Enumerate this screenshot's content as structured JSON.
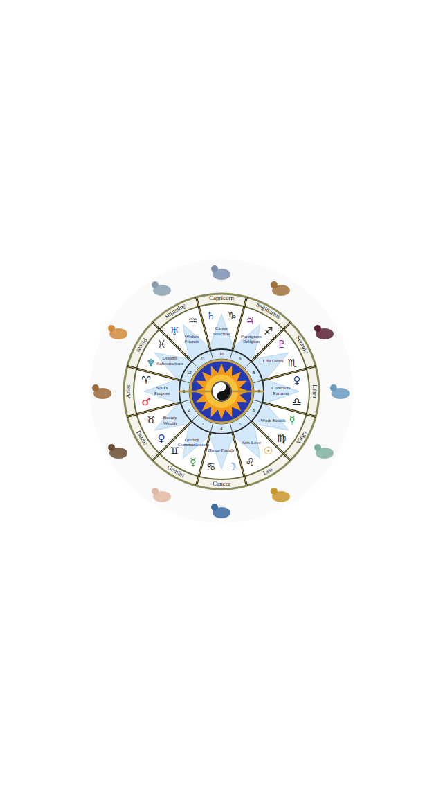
{
  "diagram": {
    "labels": [
      "Capricorn",
      "♄",
      "♑",
      "Career Structure",
      "10",
      "Sagittarius",
      "♃",
      "♐",
      "Foreigners Religion",
      "9",
      "Scorpio",
      "♇",
      "♏",
      "Life Death",
      "8",
      "Libra",
      "♀",
      "♎",
      "Contracts Partners",
      "7",
      "Virgo",
      "☿",
      "♍",
      "Work Health",
      "6",
      "Leo",
      "☉",
      "♌",
      "Arts Love",
      "5",
      "Cancer",
      "☽",
      "♋",
      "Home Family",
      "4",
      "Gemini",
      "☿",
      "♊",
      "Duality Communication",
      "3",
      "Taurus",
      "♀",
      "♉",
      "Beauty Wealth",
      "2",
      "Aries",
      "♂",
      "♈",
      "Soul's Purpose",
      "1",
      "Pisces",
      "♆",
      "♓",
      "Dreams Subconscious",
      "12",
      "Aquarius",
      "♅",
      "♒",
      "Wishes Friends",
      "11"
    ]
  }
}
